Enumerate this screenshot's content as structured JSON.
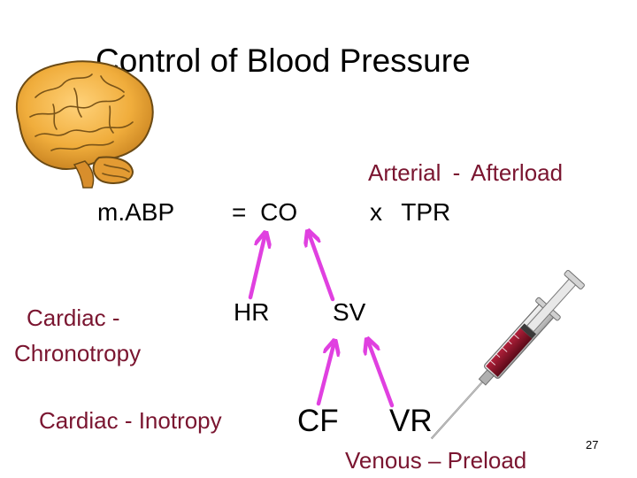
{
  "title": "Control of Blood Pressure",
  "equation": {
    "map": "m.ABP",
    "co": "= CO",
    "tpr": "x TPR"
  },
  "labels": {
    "afterload": "Arterial - Afterload",
    "chronotropy_line1": "Cardiac -",
    "chronotropy_line2": "Chronotropy",
    "inotropy": "Cardiac - Inotropy",
    "preload": "Venous – Preload"
  },
  "nodes": {
    "hr": "HR",
    "sv": "SV",
    "cf": "CF",
    "vr": "VR"
  },
  "slide_number": "27",
  "icons": [
    "brain-icon",
    "syringe-icon"
  ],
  "colors": {
    "arrow": "#e040e0",
    "label": "#7a1530",
    "text": "#000000"
  }
}
